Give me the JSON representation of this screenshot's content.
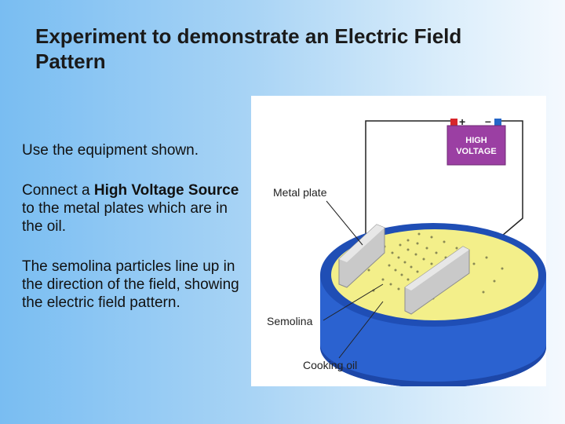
{
  "slide": {
    "title": "Experiment to demonstrate an Electric Field Pattern",
    "paragraphs": [
      {
        "before": "Use the equipment shown.",
        "bold": "",
        "after": ""
      },
      {
        "before": "Connect a ",
        "bold": "High Voltage Source",
        "after": " to the metal plates which are in the oil."
      },
      {
        "before": "The semolina particles line up in the direction of the field, showing the electric field pattern.",
        "bold": "",
        "after": ""
      }
    ]
  },
  "figure": {
    "power_supply": {
      "label_line1": "HIGH",
      "label_line2": "VOLTAGE",
      "positive": "+",
      "negative": "–"
    },
    "labels": {
      "metal_plate": "Metal plate",
      "semolina": "Semolina",
      "cooking_oil": "Cooking oil"
    },
    "colors": {
      "dish_blue": "#2457c4",
      "oil_yellow": "#f3ef8a",
      "supply_purple": "#9b3fa3",
      "plate_grey": "#c9c9c9"
    }
  }
}
